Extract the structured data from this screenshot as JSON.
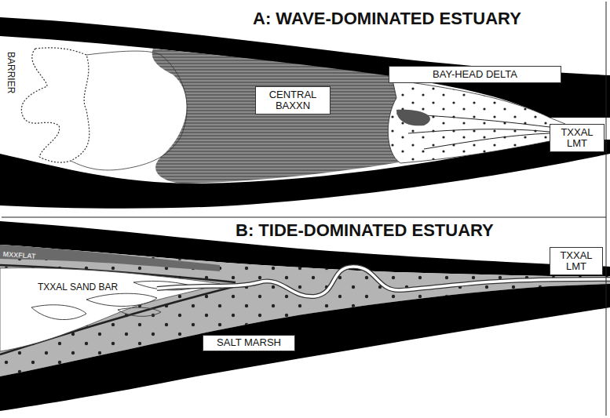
{
  "diagram": {
    "nodes": [
      {
        "text": [
          "CENTRAL BAXXN"
        ]
      },
      {
        "text": [
          "BAY-HEAD DELTA"
        ]
      },
      {
        "text": [
          "TXXAL LMT"
        ]
      },
      {
        "text": [
          "TXXAL LMT"
        ]
      },
      {
        "text": [
          "SALT MARSH"
        ]
      }
    ],
    "labels": [
      "A: WAVE-DOMINATED ESTUARY",
      "BARRIER",
      "B: TIDE-DOMINATED ESTUARY",
      "MXXFLAT",
      "TXXAL SAND BAR"
    ]
  }
}
